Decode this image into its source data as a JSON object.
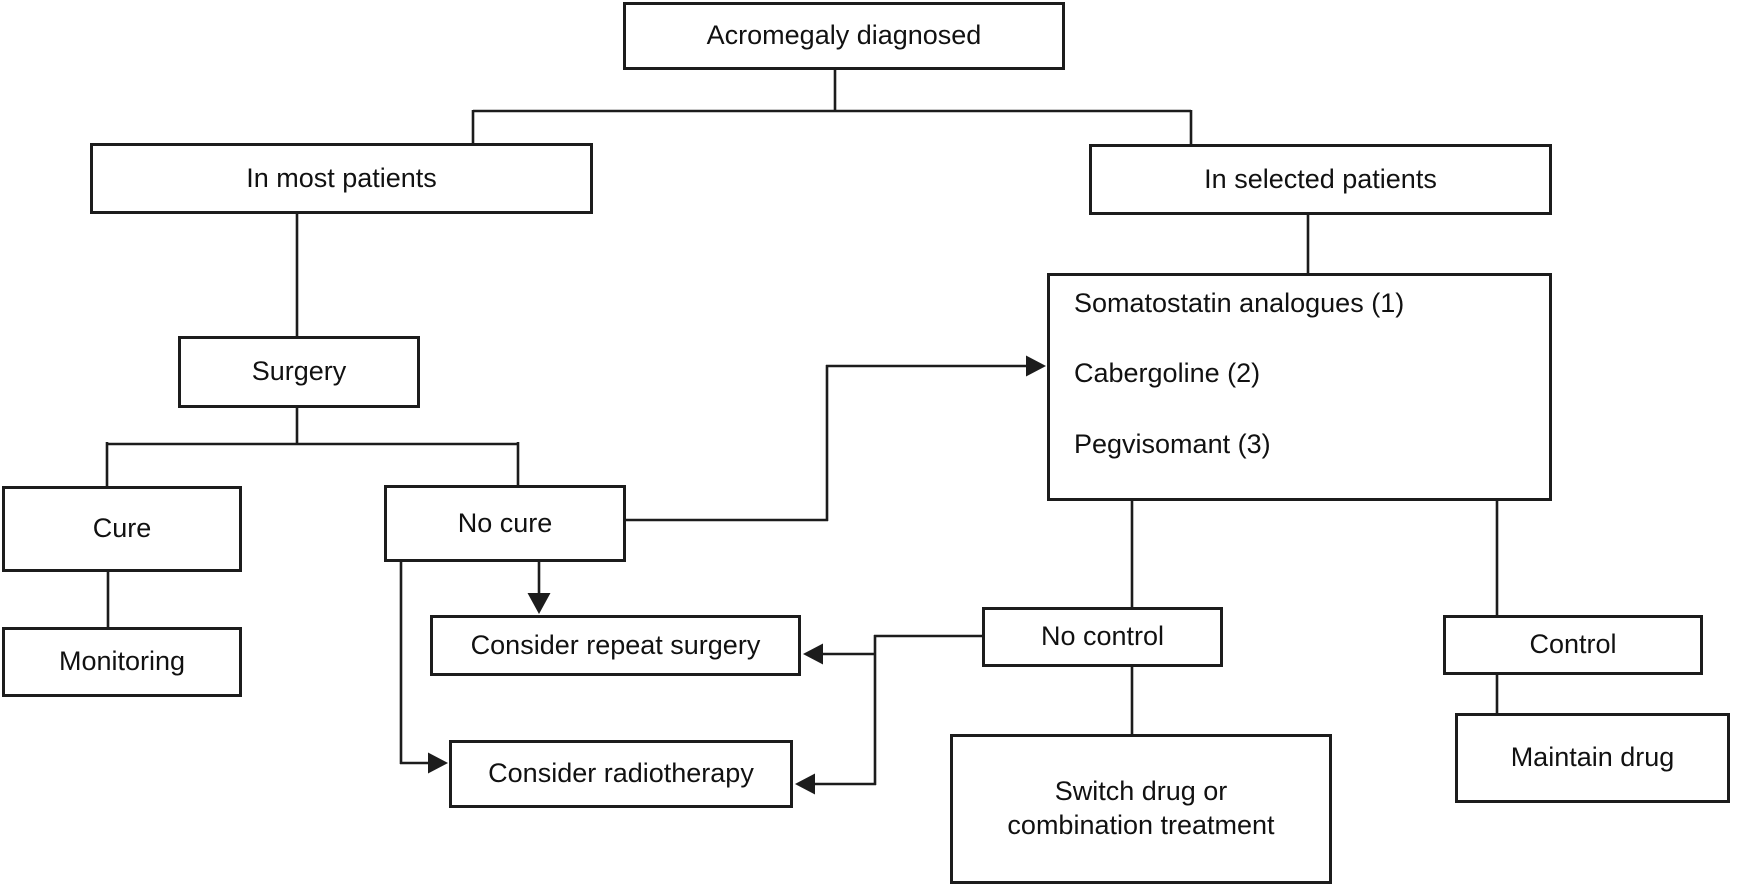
{
  "nodes": {
    "acromegaly": {
      "label": "Acromegaly diagnosed"
    },
    "in_most": {
      "label": "In most patients"
    },
    "in_selected": {
      "label": "In selected patients"
    },
    "surgery": {
      "label": "Surgery"
    },
    "cure": {
      "label": "Cure"
    },
    "monitoring": {
      "label": "Monitoring"
    },
    "no_cure": {
      "label": "No cure"
    },
    "repeat_surgery": {
      "label": "Consider repeat surgery"
    },
    "radiotherapy": {
      "label": "Consider radiotherapy"
    },
    "medication": {
      "items": [
        "Somatostatin analogues (1)",
        "Cabergoline (2)",
        "Pegvisomant (3)"
      ]
    },
    "no_control": {
      "label": "No control"
    },
    "switch_drug": {
      "label": "Switch drug or combination treatment"
    },
    "control": {
      "label": "Control"
    },
    "maintain_drug": {
      "label": "Maintain drug"
    }
  },
  "edges": [
    {
      "from": "Acromegaly diagnosed",
      "to": "In most patients",
      "type": "line"
    },
    {
      "from": "Acromegaly diagnosed",
      "to": "In selected patients",
      "type": "line"
    },
    {
      "from": "In most patients",
      "to": "Surgery",
      "type": "line"
    },
    {
      "from": "Surgery",
      "to": "Cure",
      "type": "line"
    },
    {
      "from": "Surgery",
      "to": "No cure",
      "type": "line"
    },
    {
      "from": "Cure",
      "to": "Monitoring",
      "type": "line"
    },
    {
      "from": "No cure",
      "to": "Somatostatin analogues (1) / Cabergoline (2) / Pegvisomant (3)",
      "type": "arrow"
    },
    {
      "from": "No cure",
      "to": "Consider repeat surgery",
      "type": "arrow"
    },
    {
      "from": "No cure",
      "to": "Consider radiotherapy",
      "type": "arrow"
    },
    {
      "from": "In selected patients",
      "to": "Somatostatin analogues (1) / Cabergoline (2) / Pegvisomant (3)",
      "type": "line"
    },
    {
      "from": "Somatostatin analogues (1) / Cabergoline (2) / Pegvisomant (3)",
      "to": "No control",
      "type": "line"
    },
    {
      "from": "Somatostatin analogues (1) / Cabergoline (2) / Pegvisomant (3)",
      "to": "Control",
      "type": "line"
    },
    {
      "from": "No control",
      "to": "Switch drug or combination treatment",
      "type": "line"
    },
    {
      "from": "No control",
      "to": "Consider repeat surgery",
      "type": "arrow"
    },
    {
      "from": "No control",
      "to": "Consider radiotherapy",
      "type": "arrow"
    },
    {
      "from": "Control",
      "to": "Maintain drug",
      "type": "line"
    }
  ],
  "colors": {
    "line": "#1c1c1c",
    "box_background": "#ffffff",
    "text": "#111111",
    "page_background": "#ffffff"
  }
}
